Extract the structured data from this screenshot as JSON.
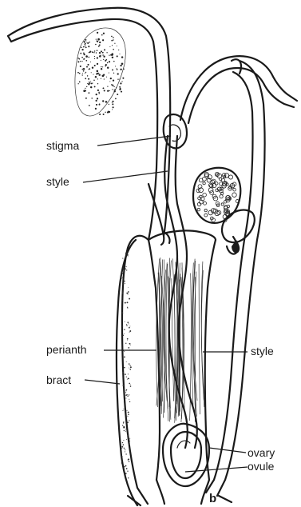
{
  "labels": {
    "stigma": "stigma",
    "style_top": "style",
    "perianth": "perianth",
    "bract": "bract",
    "style_right": "style",
    "ovary": "ovary",
    "ovule": "ovule",
    "panel": "b"
  },
  "colors": {
    "ink": "#1a1a1a",
    "background": "#ffffff"
  }
}
